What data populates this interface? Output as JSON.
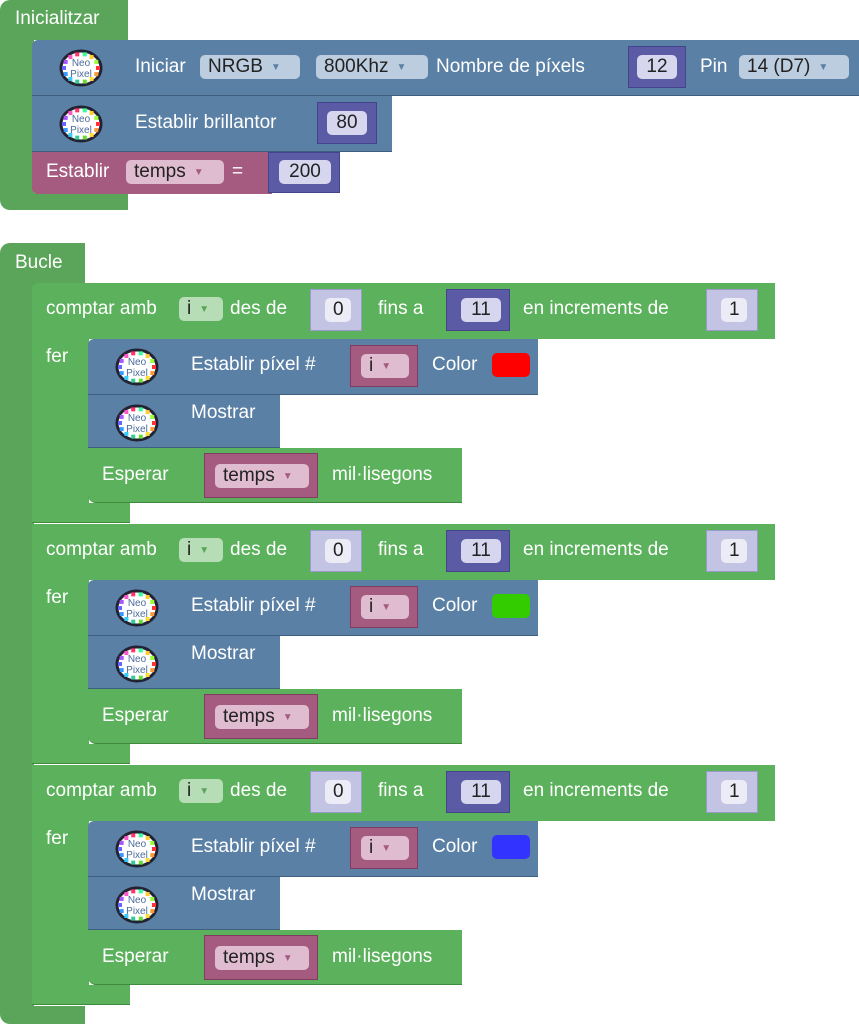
{
  "icon_text": {
    "line1": "Neo",
    "line2": "Pixel"
  },
  "init": {
    "title": "Inicialitzar",
    "begin": {
      "label": "Iniciar",
      "type": "NRGB",
      "freq": "800Khz",
      "pixels_label": "Nombre de píxels",
      "pixels": "12",
      "pin_label": "Pin",
      "pin": "14 (D7)"
    },
    "brightness": {
      "label": "Establir brillantor",
      "value": "80"
    },
    "setvar": {
      "label": "Establir",
      "var": "temps",
      "eq": "=",
      "value": "200"
    }
  },
  "loop": {
    "title": "Bucle",
    "for_blocks": [
      {
        "count_label": "comptar amb",
        "var": "i",
        "from_label": "des de",
        "from": "0",
        "to_label": "fins a",
        "to": "11",
        "step_label": "en increments de",
        "step": "1",
        "do_label": "fer",
        "set_pixel_label": "Establir píxel #",
        "pixel_var": "i",
        "color_label": "Color",
        "color": "#ff0000",
        "show_label": "Mostrar",
        "wait_label": "Esperar",
        "wait_var": "temps",
        "wait_unit": "mil·lisegons"
      },
      {
        "count_label": "comptar amb",
        "var": "i",
        "from_label": "des de",
        "from": "0",
        "to_label": "fins a",
        "to": "11",
        "step_label": "en increments de",
        "step": "1",
        "do_label": "fer",
        "set_pixel_label": "Establir píxel #",
        "pixel_var": "i",
        "color_label": "Color",
        "color": "#33cc00",
        "show_label": "Mostrar",
        "wait_label": "Esperar",
        "wait_var": "temps",
        "wait_unit": "mil·lisegons"
      },
      {
        "count_label": "comptar amb",
        "var": "i",
        "from_label": "des de",
        "from": "0",
        "to_label": "fins a",
        "to": "11",
        "step_label": "en increments de",
        "step": "1",
        "do_label": "fer",
        "set_pixel_label": "Establir píxel #",
        "pixel_var": "i",
        "color_label": "Color",
        "color": "#3333ff",
        "show_label": "Mostrar",
        "wait_label": "Esperar",
        "wait_var": "temps",
        "wait_unit": "mil·lisegons"
      }
    ]
  }
}
